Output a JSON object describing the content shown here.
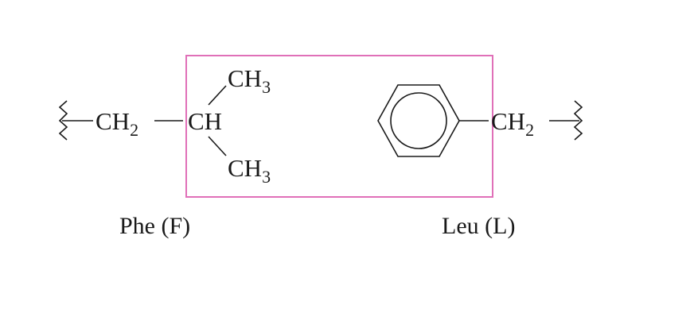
{
  "diagram": {
    "colors": {
      "box": "#e070b8",
      "ink": "#1a1a1a"
    },
    "left_chain": {
      "wavy_bond_icon": "wavy-bond",
      "ch2": {
        "main": "CH",
        "sub": "2"
      },
      "ch": "CH",
      "ch3_top": {
        "main": "CH",
        "sub": "3"
      },
      "ch3_bottom": {
        "main": "CH",
        "sub": "3"
      }
    },
    "right_chain": {
      "ring_icon": "benzene-ring",
      "ch2": {
        "main": "CH",
        "sub": "2"
      },
      "wavy_bond_icon": "wavy-bond"
    },
    "labels": {
      "left": "Phe (F)",
      "right": "Leu (L)"
    }
  }
}
